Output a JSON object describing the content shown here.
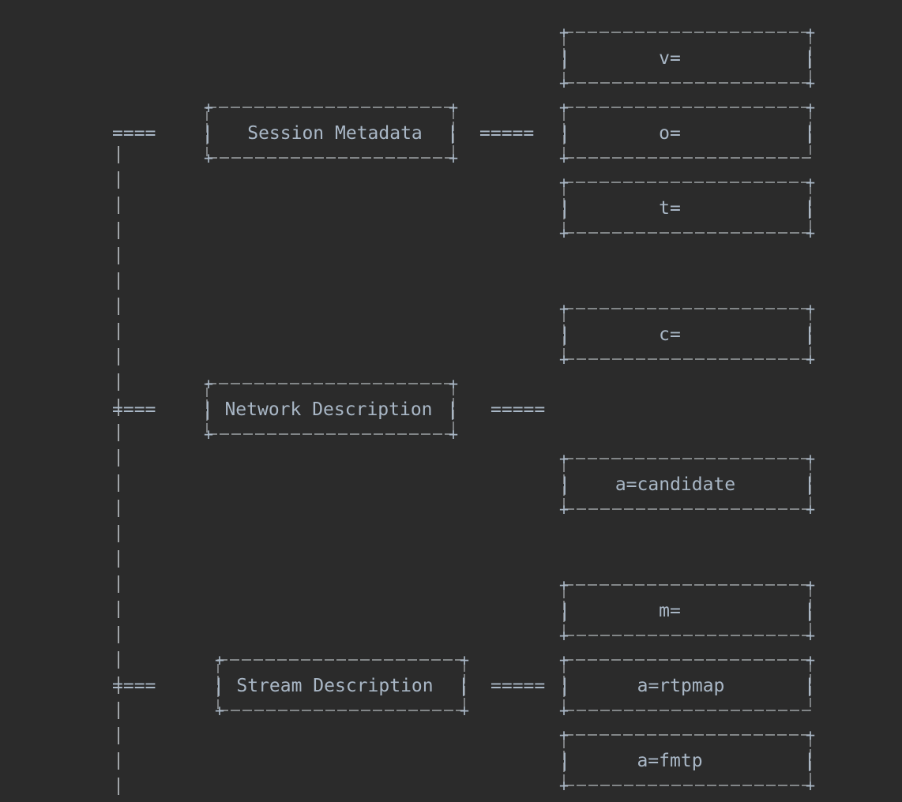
{
  "diagram": {
    "groups": [
      {
        "label": "Session Metadata",
        "connector": "=====",
        "branch": "====",
        "fields": [
          "v=",
          "o=",
          "t="
        ]
      },
      {
        "label": "Network Description",
        "connector": "=====",
        "branch": "====",
        "fields": [
          "c=",
          "a=candidate"
        ]
      },
      {
        "label": "Stream Description",
        "connector": "=====",
        "branch": "====",
        "fields": [
          "m=",
          "a=rtpmap",
          "a=fmtp"
        ]
      }
    ]
  }
}
